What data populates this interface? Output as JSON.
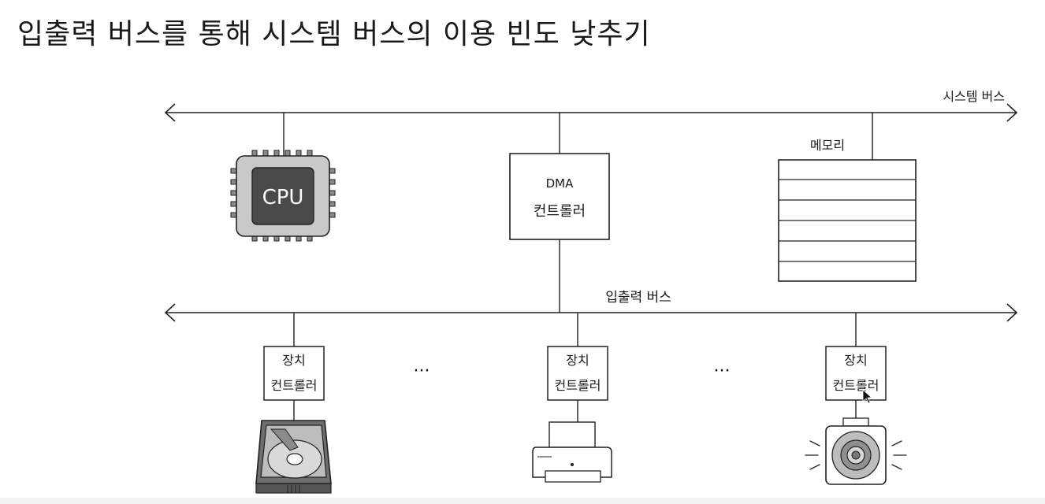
{
  "title": "입출력 버스를 통해 시스템 버스의 이용 빈도 낮추기",
  "buses": {
    "system_bus_label": "시스템 버스",
    "io_bus_label": "입출력 버스"
  },
  "cpu": {
    "label": "CPU"
  },
  "dma": {
    "line1": "DMA",
    "line2": "컨트롤러"
  },
  "memory": {
    "label": "메모리"
  },
  "device_controllers": [
    {
      "line1": "장치",
      "line2": "컨트롤러"
    },
    {
      "line1": "장치",
      "line2": "컨트롤러"
    },
    {
      "line1": "장치",
      "line2": "컨트롤러"
    }
  ],
  "ellipsis": [
    "···",
    "···"
  ],
  "devices": [
    "hard-disk-icon",
    "printer-icon",
    "speaker-icon"
  ]
}
